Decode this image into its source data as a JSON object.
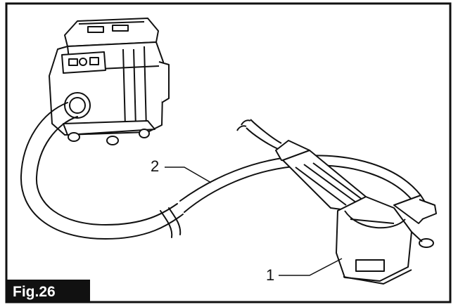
{
  "figure": {
    "label": "Fig.26",
    "callouts": [
      {
        "number": "1"
      },
      {
        "number": "2"
      }
    ]
  },
  "colors": {
    "line": "#111111",
    "background": "#ffffff",
    "label_background": "#111111",
    "label_text": "#ffffff"
  }
}
